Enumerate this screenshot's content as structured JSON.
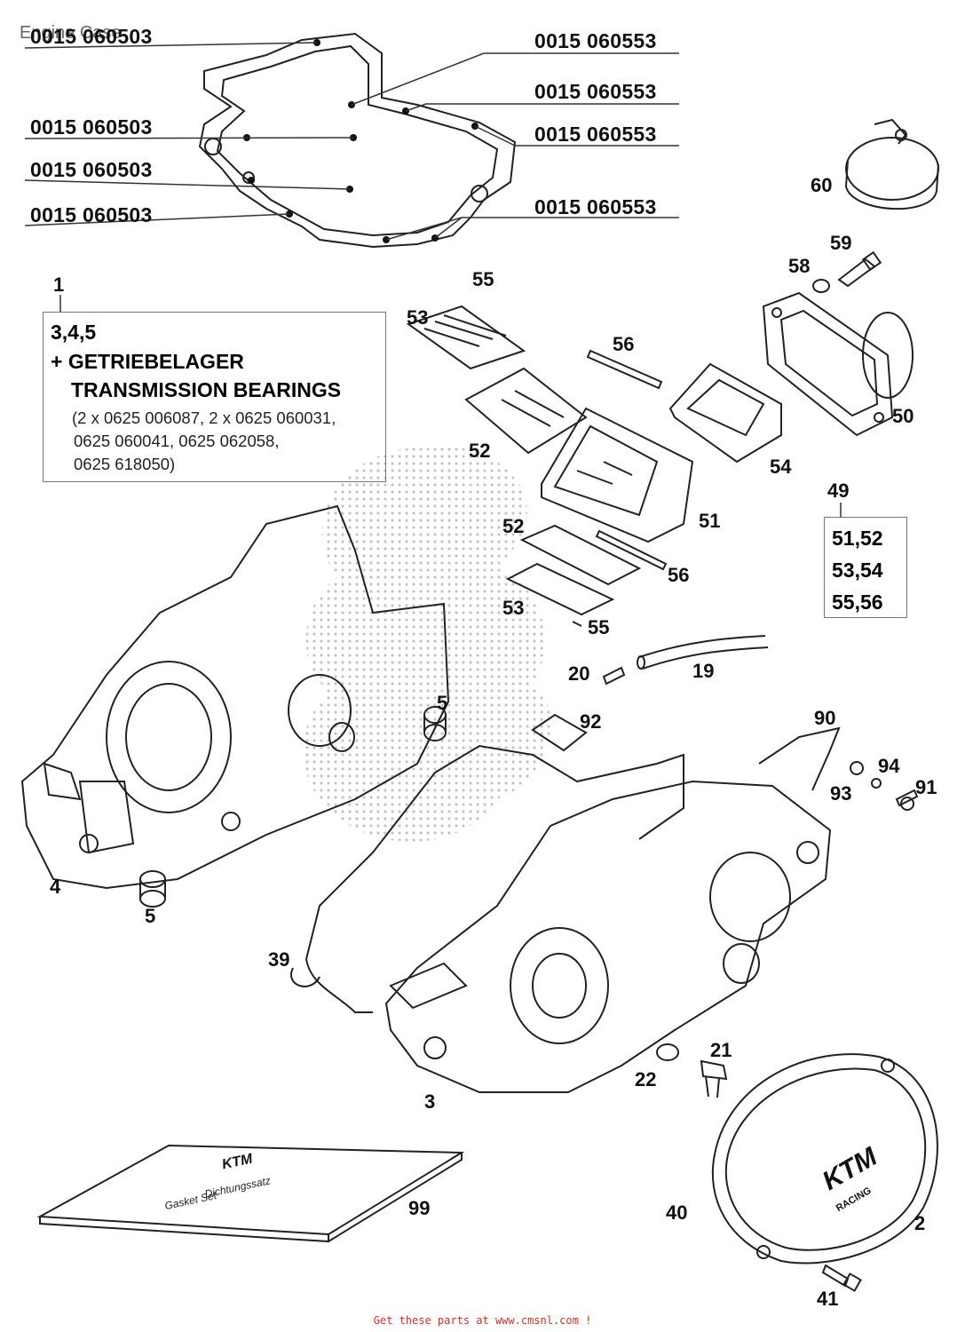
{
  "title": "Engine Case",
  "part_numbers_left": [
    "0015 060503",
    "0015 060503",
    "0015 060503",
    "0015 060503"
  ],
  "part_numbers_right": [
    "0015 060553",
    "0015 060553",
    "0015 060553",
    "0015 060553"
  ],
  "kit_1": {
    "ref": "1",
    "line1": "3,4,5",
    "line2": "+ GETRIEBELAGER",
    "line3": "TRANSMISSION BEARINGS",
    "notes": [
      "(2 x 0625 006087, 2 x 0625 060031,",
      "0625 060041, 0625 062058,",
      "0625 618050)"
    ]
  },
  "kit_49": {
    "ref": "49",
    "items": [
      "51,52",
      "53,54",
      "55,56"
    ]
  },
  "callouts": {
    "c60": "60",
    "c59": "59",
    "c58": "58",
    "c55a": "55",
    "c53a": "53",
    "c56a": "56",
    "c50": "50",
    "c52a": "52",
    "c54": "54",
    "c51": "51",
    "c52b": "52",
    "c56b": "56",
    "c53b": "53",
    "c55b": "55",
    "c20": "20",
    "c19": "19",
    "c5a": "5",
    "c92": "92",
    "c90": "90",
    "c94": "94",
    "c91": "91",
    "c93": "93",
    "c4": "4",
    "c5b": "5",
    "c39": "39",
    "c21": "21",
    "c22": "22",
    "c3": "3",
    "c99": "99",
    "c40": "40",
    "c2": "2",
    "c41": "41"
  },
  "booklet": {
    "brand": "KTM",
    "line1": "Dichtungssatz",
    "line2": "Gasket Set"
  },
  "cover_logo": {
    "brand": "KTM",
    "sub": "RACING"
  },
  "footer": "Get these parts at www.cmsnl.com !"
}
